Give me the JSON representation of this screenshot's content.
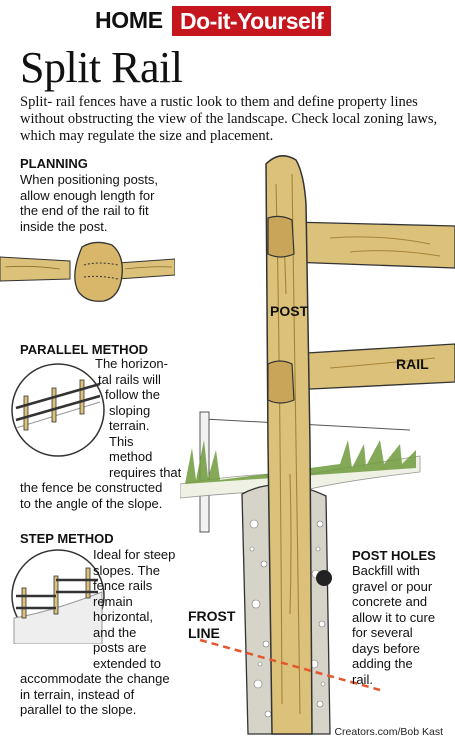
{
  "header": {
    "section": "HOME",
    "badge": "Do-it-Yourself"
  },
  "title": "Split Rail",
  "intro": "Split- rail fences have a rustic look to them and define  property lines without obstructing the view of the landscape. Check local zoning laws, which may regulate the size and placement.",
  "planning": {
    "heading": "PLANNING",
    "lines": [
      "When positioning posts,",
      "allow enough length for",
      "the end of the rail to fit",
      "inside the post."
    ]
  },
  "parallel": {
    "heading": "PARALLEL METHOD",
    "lines": [
      "The horizon-",
      "tal rails will",
      "follow the",
      "sloping",
      "terrain.",
      "This",
      "method",
      "requires that",
      "the fence be constructed",
      "to the angle of the slope."
    ]
  },
  "step": {
    "heading": "STEP METHOD",
    "lines": [
      "Ideal for steep",
      "slopes. The",
      "fence rails",
      "remain",
      "horizontal,",
      "and the",
      "posts are",
      "extended to",
      "accommodate the change",
      "in terrain, instead of",
      "parallel to the slope."
    ]
  },
  "labels": {
    "post": "POST",
    "rail": "RAIL",
    "frost_line": [
      "FROST",
      "LINE"
    ]
  },
  "post_holes": {
    "heading": "POST HOLES",
    "lines": [
      "Backfill with",
      "gravel or pour",
      "concrete and",
      "allow it to cure",
      "for several",
      "days before",
      "adding the",
      "rail."
    ]
  },
  "credit": "Creators.com/Bob Kast",
  "colors": {
    "accent": "#c4161c",
    "wood": "#dcc17a",
    "wood_dark": "#b79848",
    "frost": "#e4572e",
    "grass": "#6f9a3c"
  }
}
